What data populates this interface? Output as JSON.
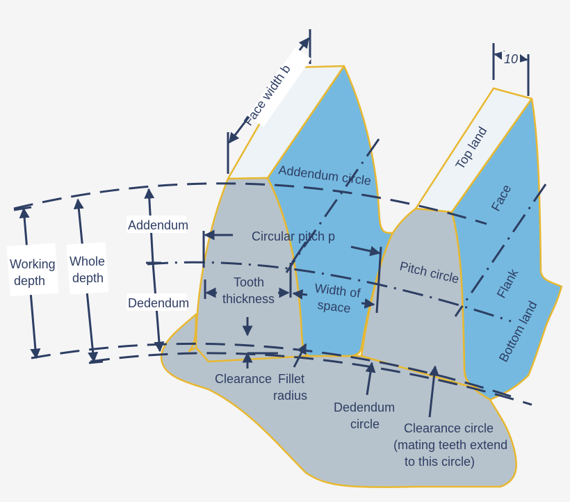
{
  "labels": {
    "face_width": "Face width b",
    "ten": "10",
    "top_land": "Top land",
    "addendum_circle": "Addendum circle",
    "face": "Face",
    "addendum": "Addendum",
    "circular_pitch": "Circular pitch p",
    "working_depth_1": "Working",
    "working_depth_2": "depth",
    "whole_depth_1": "Whole",
    "whole_depth_2": "depth",
    "pitch_circle": "Pitch circle",
    "flank": "Flank",
    "tooth_thickness_1": "Tooth",
    "tooth_thickness_2": "thickness",
    "width_of_space_1": "Width of",
    "width_of_space_2": "space",
    "dedendum": "Dedendum",
    "bottom_land": "Bottom land",
    "clearance": "Clearance",
    "fillet_radius_1": "Fillet",
    "fillet_radius_2": "radius",
    "dedendum_circle_1": "Dedendum",
    "dedendum_circle_2": "circle",
    "clearance_circle_1": "Clearance circle",
    "clearance_circle_2": "(mating teeth extend",
    "clearance_circle_3": "to this circle)"
  },
  "colors": {
    "background": "#f5f5f6",
    "tooth_front": "#b7c3cc",
    "tooth_side": "#75b9e0",
    "top_land": "#eef3f7",
    "outline": "#e8b830",
    "lines": "#2d3e63"
  }
}
